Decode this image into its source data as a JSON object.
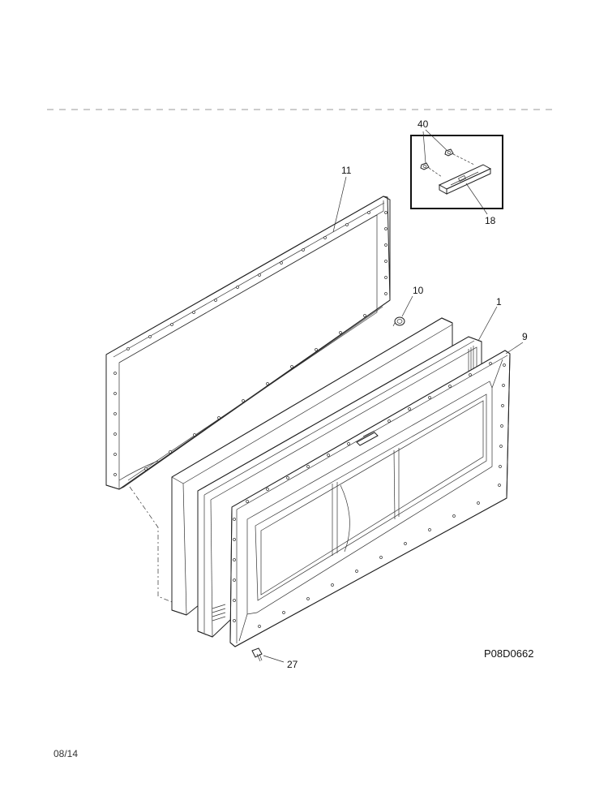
{
  "diagram": {
    "part_code": "P08D0662",
    "date": "08/14",
    "callouts": [
      {
        "id": "40",
        "label": "40"
      },
      {
        "id": "11",
        "label": "11"
      },
      {
        "id": "18",
        "label": "18"
      },
      {
        "id": "10",
        "label": "10"
      },
      {
        "id": "1",
        "label": "1"
      },
      {
        "id": "9",
        "label": "9"
      },
      {
        "id": "27",
        "label": "27"
      }
    ]
  }
}
